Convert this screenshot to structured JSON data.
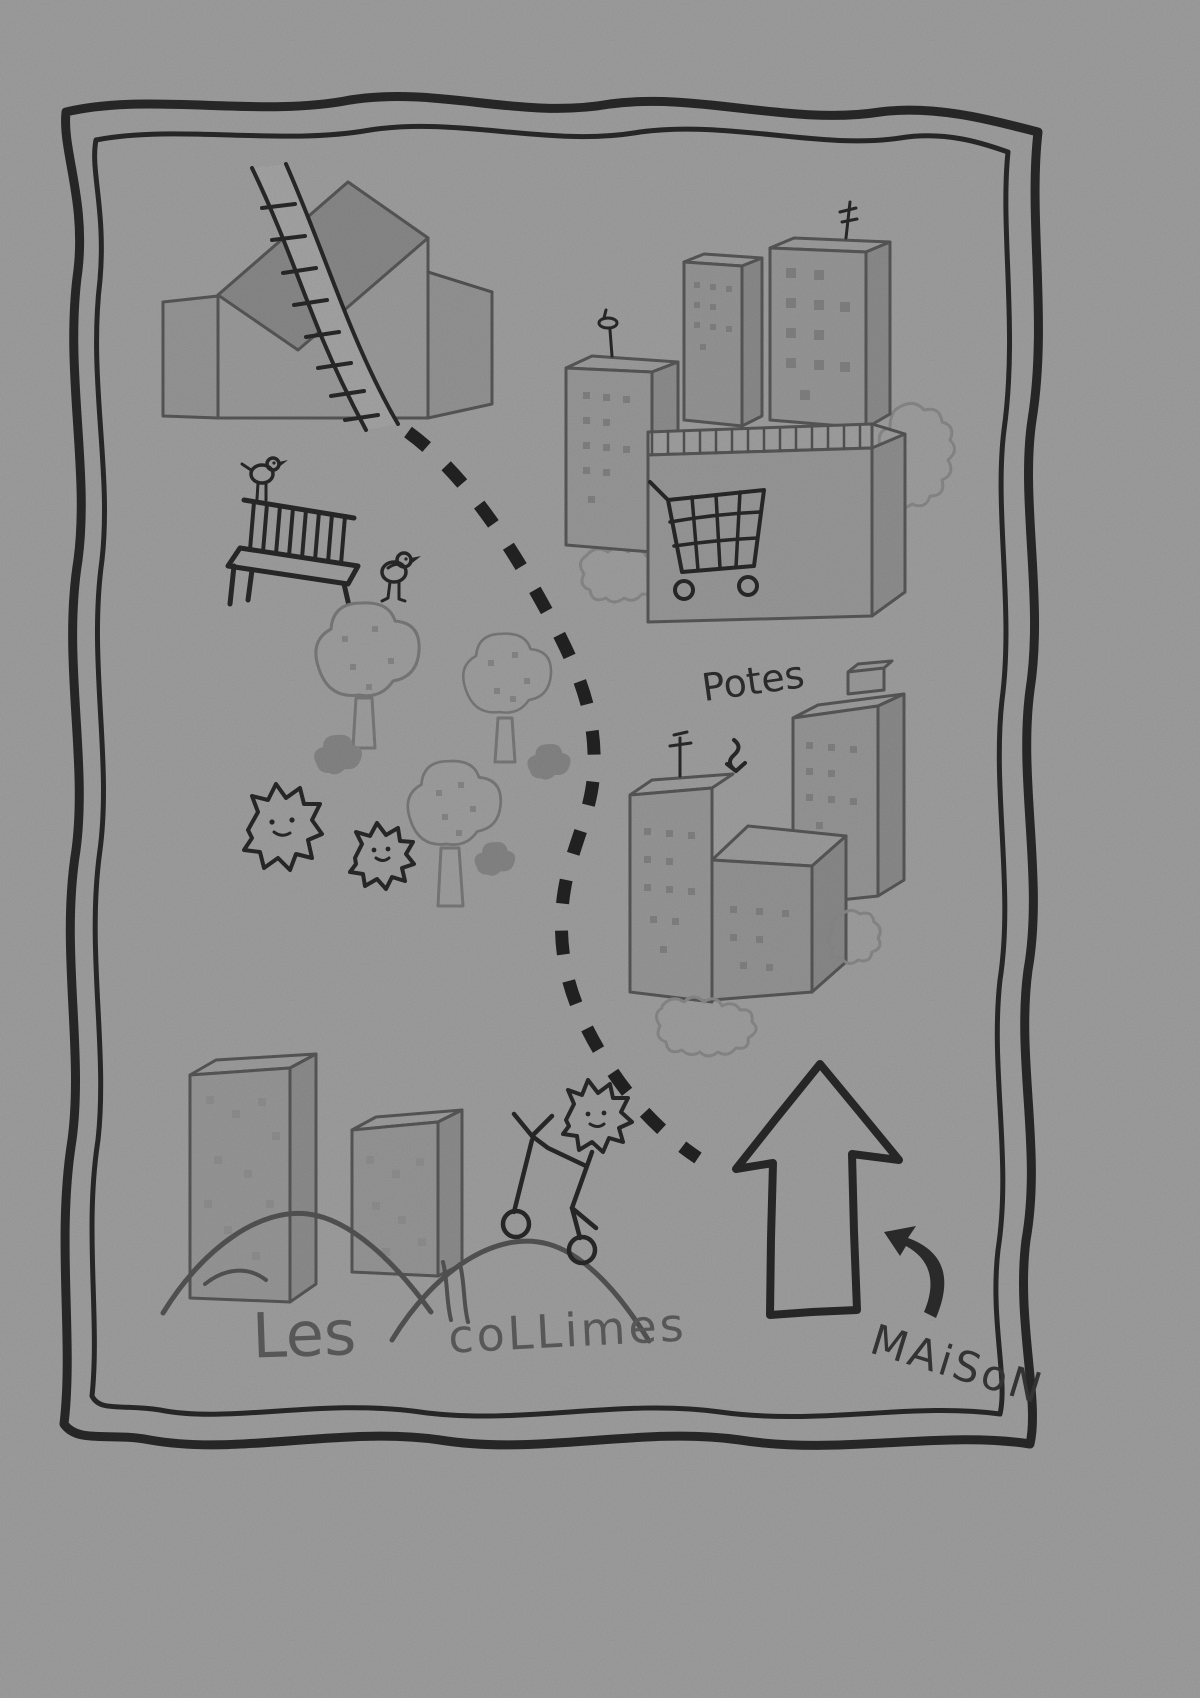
{
  "scene": {
    "type": "hand-drawn map sketch",
    "labels": {
      "potes": "Potes",
      "hills_1": "Les",
      "hills_2": "coLLimes",
      "maison": "MAiSoN"
    },
    "colors": {
      "background": "#a5a5a5",
      "ink": "#2a2a2a",
      "pencil": "#565656",
      "building_fill": "#9d9d9d",
      "building_side_fill": "#919191",
      "building_top_fill": "#a3a3a3",
      "roof_fill": "#8e8e8e",
      "road_fill": "#ababab",
      "bush_fill": "#8a8a8a",
      "label_gray": "#5f5f5f",
      "label_dark": "#383838"
    },
    "icons": [
      "factory-house-icon",
      "road-icon",
      "dashed-route-icon",
      "bench-icon",
      "bird-icon",
      "tree-icon",
      "bush-icon",
      "monster-icon",
      "building-icon",
      "antenna-icon",
      "shopping-cart-icon",
      "cloud-icon",
      "hills-icon",
      "scooter-rider-icon",
      "up-arrow-icon",
      "curved-arrow-icon"
    ]
  }
}
